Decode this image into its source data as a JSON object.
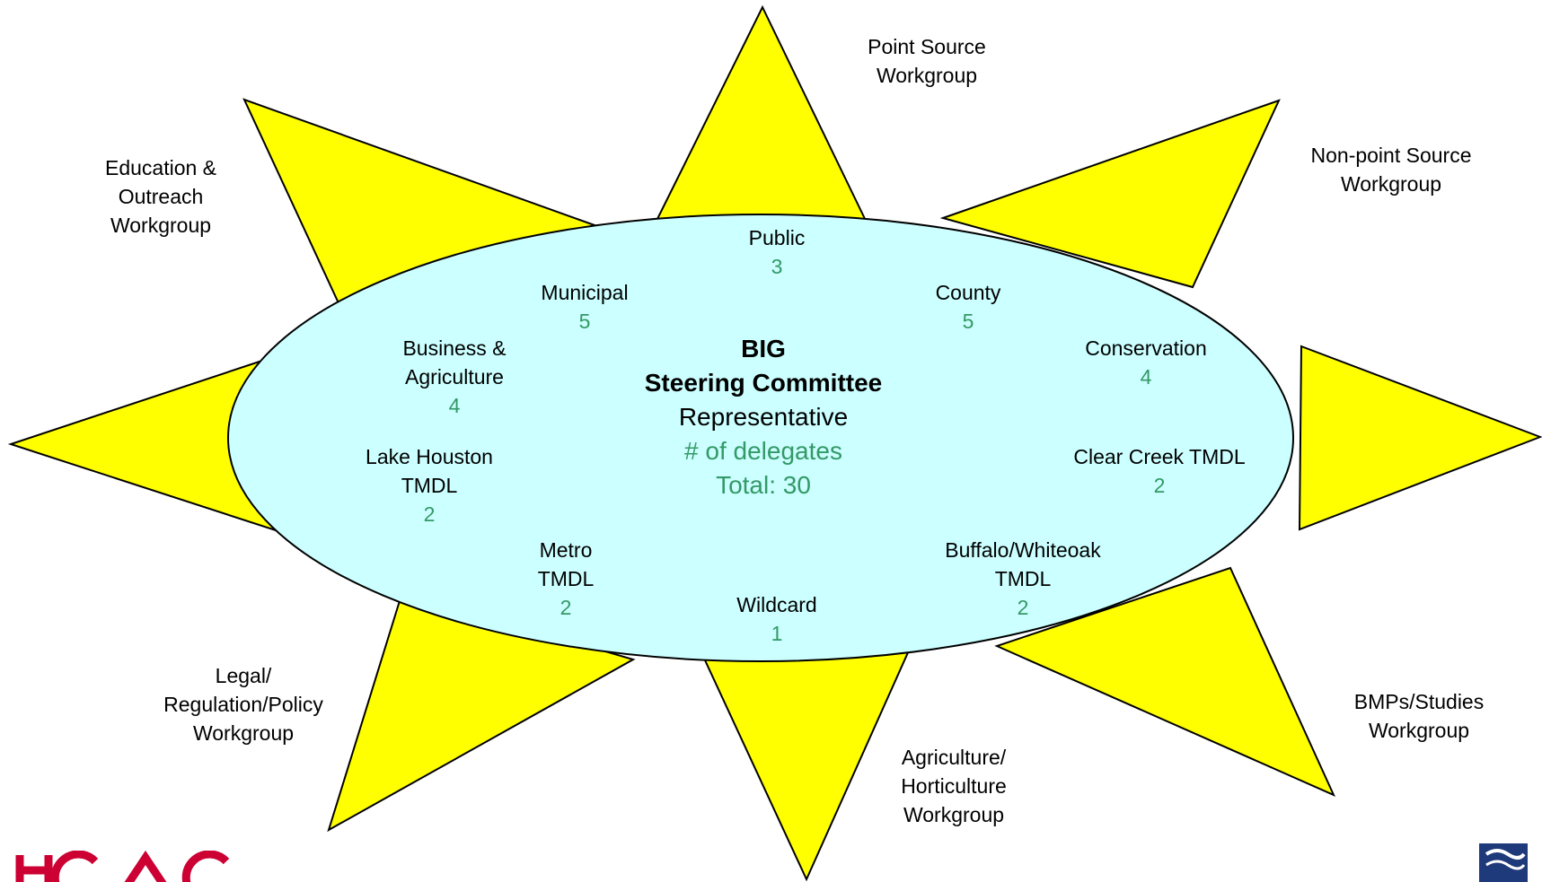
{
  "center": {
    "line1": "BIG",
    "line2": "Steering Committee",
    "line3": "Representative",
    "line4": "# of delegates",
    "line5": "Total: 30"
  },
  "workgroups": [
    {
      "id": "point-source",
      "lines": [
        "Point Source",
        "Workgroup"
      ]
    },
    {
      "id": "non-point-source",
      "lines": [
        "Non-point Source",
        "Workgroup"
      ]
    },
    {
      "id": "bmps-studies",
      "lines": [
        "BMPs/Studies",
        "Workgroup"
      ]
    },
    {
      "id": "agriculture-horticulture",
      "lines": [
        "Agriculture/",
        "Horticulture",
        "Workgroup"
      ]
    },
    {
      "id": "legal-regulation-policy",
      "lines": [
        "Legal/",
        "Regulation/Policy",
        "Workgroup"
      ]
    },
    {
      "id": "education-outreach",
      "lines": [
        "Education &",
        "Outreach",
        "Workgroup"
      ]
    }
  ],
  "representatives": [
    {
      "id": "public",
      "lines": [
        "Public"
      ],
      "count": "3"
    },
    {
      "id": "municipal",
      "lines": [
        "Municipal"
      ],
      "count": "5"
    },
    {
      "id": "county",
      "lines": [
        "County"
      ],
      "count": "5"
    },
    {
      "id": "business-agriculture",
      "lines": [
        "Business &",
        "Agriculture"
      ],
      "count": "4"
    },
    {
      "id": "conservation",
      "lines": [
        "Conservation"
      ],
      "count": "4"
    },
    {
      "id": "lake-houston-tmdl",
      "lines": [
        "Lake Houston",
        "TMDL"
      ],
      "count": "2"
    },
    {
      "id": "clear-creek-tmdl",
      "lines": [
        "Clear Creek TMDL"
      ],
      "count": "2"
    },
    {
      "id": "metro-tmdl",
      "lines": [
        "Metro",
        "TMDL"
      ],
      "count": "2"
    },
    {
      "id": "buffalo-whiteoak-tmdl",
      "lines": [
        "Buffalo/Whiteoak",
        "TMDL"
      ],
      "count": "2"
    },
    {
      "id": "wildcard",
      "lines": [
        "Wildcard"
      ],
      "count": "1"
    }
  ],
  "logos": {
    "left": "H-GAC",
    "right": "logo"
  },
  "colors": {
    "star_fill": "#ffff00",
    "ellipse_fill": "#ccffff",
    "delegate_count": "#339966",
    "logo_red": "#cc0033",
    "logo_navy": "#1f3a7a"
  }
}
